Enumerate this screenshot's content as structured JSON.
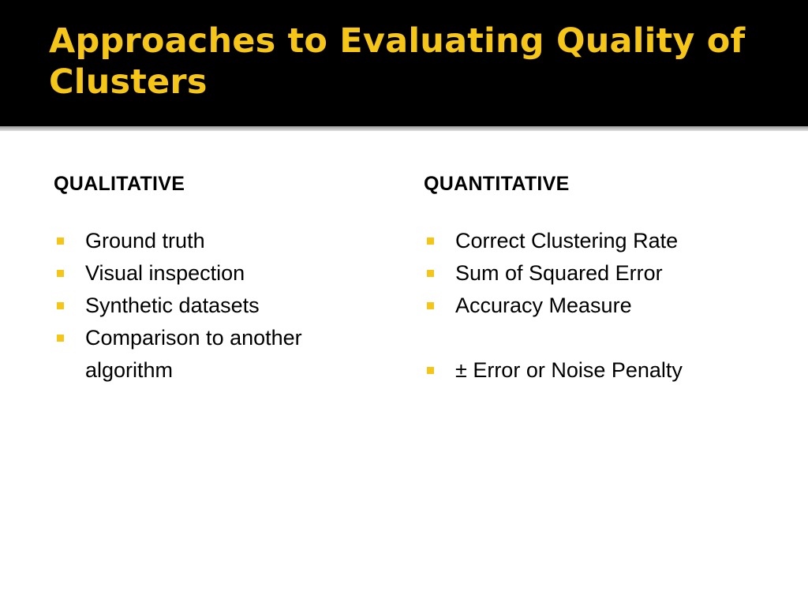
{
  "slide": {
    "title": "Approaches to Evaluating Quality of Clusters"
  },
  "columns": [
    {
      "heading": "QUALITATIVE",
      "items": [
        "Ground truth",
        "Visual inspection",
        "Synthetic datasets",
        "Comparison to another algorithm"
      ]
    },
    {
      "heading": "QUANTITATIVE",
      "items": [
        "Correct Clustering Rate",
        "Sum of Squared Error",
        "Accuracy Measure",
        "± Error or Noise Penalty"
      ]
    }
  ],
  "colors": {
    "accent": "#f5c518",
    "header_background": "#000000",
    "body_background": "#ffffff"
  }
}
